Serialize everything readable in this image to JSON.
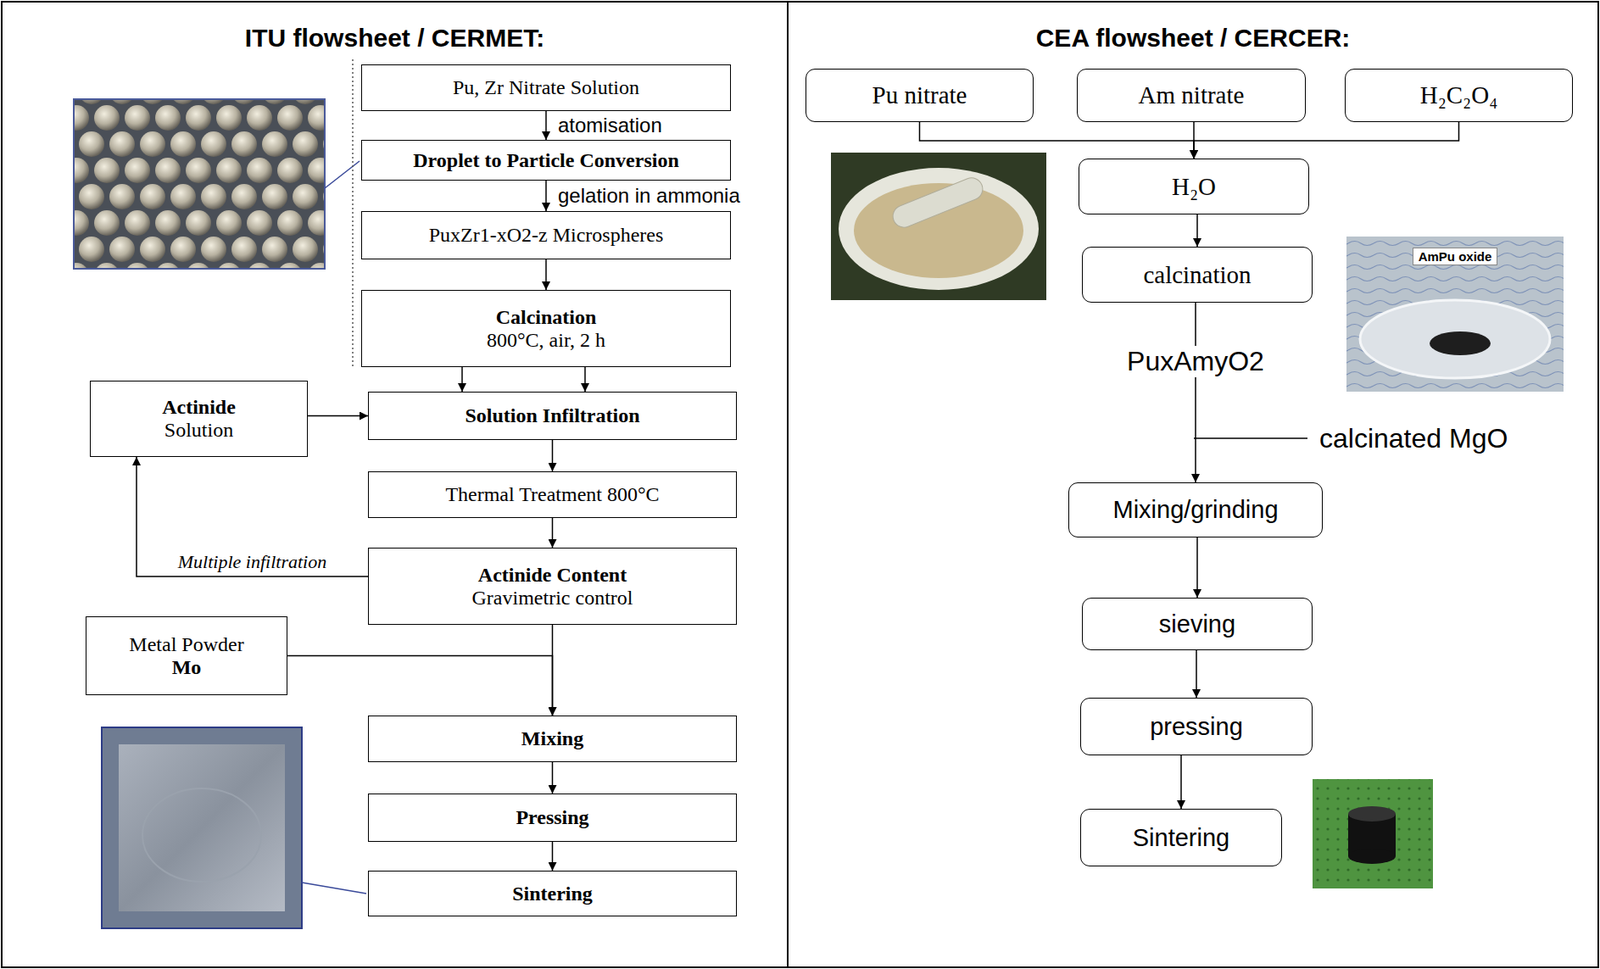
{
  "diagram": {
    "nodes": [
      {
        "text": [
          "ITU flowsheet / CERMET:"
        ]
      },
      {
        "text": [
          "Pu, Zr Nitrate Solution"
        ],
        "in": 0
      },
      {
        "text": [
          "Droplet to Particle Conversion"
        ],
        "in": 0
      },
      {
        "text": [
          "PuxZr1-xO2-z Microspheres"
        ],
        "in": 0
      },
      {
        "text": [
          "Calcination",
          "800°C, air, 2 h"
        ],
        "in": 0
      },
      {
        "text": [
          "Actinide",
          "Solution"
        ],
        "in": 0
      },
      {
        "text": [
          "Solution Infiltration"
        ],
        "in": 0
      },
      {
        "text": [
          "Thermal Treatment 800°C"
        ],
        "in": 0
      },
      {
        "text": [
          "Actinide Content",
          "Gravimetric control"
        ],
        "in": 0
      },
      {
        "text": [
          "Metal Powder",
          "Mo"
        ],
        "in": 0
      },
      {
        "text": [
          "Mixing"
        ],
        "in": 0
      },
      {
        "text": [
          "Pressing"
        ],
        "in": 0
      },
      {
        "text": [
          "Sintering"
        ],
        "in": 0
      },
      {
        "text": [
          "CEA flowsheet / CERCER:"
        ]
      },
      {
        "text": [
          "Pu nitrate"
        ],
        "in": 13
      },
      {
        "text": [
          "Am nitrate"
        ],
        "in": 13
      },
      {
        "text": [
          "H₂C₂O₄"
        ],
        "in": 13
      },
      {
        "text": [
          "H₂O"
        ],
        "in": 13
      },
      {
        "text": [
          "calcination"
        ],
        "in": 13
      },
      {
        "text": [
          "Mixing/grinding"
        ],
        "in": 13
      },
      {
        "text": [
          "sieving"
        ],
        "in": 13
      },
      {
        "text": [
          "pressing"
        ],
        "in": 13
      },
      {
        "text": [
          "Sintering"
        ],
        "in": 13
      }
    ],
    "edges": [
      {
        "from": 1,
        "to": 2,
        "arrow": "to",
        "label": "atomisation"
      },
      {
        "from": 2,
        "to": 3,
        "arrow": "to",
        "label": "gelation in ammonia"
      },
      {
        "from": 3,
        "to": 4,
        "arrow": "to"
      },
      {
        "from": 4,
        "to": 6,
        "arrow": "to"
      },
      {
        "from": 4,
        "to": 6,
        "arrow": "to"
      },
      {
        "from": 5,
        "to": 6,
        "arrow": "to"
      },
      {
        "from": 6,
        "to": 7,
        "arrow": "to"
      },
      {
        "from": 7,
        "to": 8,
        "arrow": "to"
      },
      {
        "from": 8,
        "to": 5,
        "arrow": "to",
        "label": "Multiple infiltration"
      },
      {
        "from": 8,
        "to": 10,
        "arrow": "to"
      },
      {
        "from": 9,
        "to": 10,
        "arrow": "to"
      },
      {
        "from": 10,
        "to": 11,
        "arrow": "to"
      },
      {
        "from": 11,
        "to": 12,
        "arrow": "to"
      },
      {
        "from": 14,
        "to": 17,
        "arrow": "to"
      },
      {
        "from": 15,
        "to": 17,
        "arrow": "to"
      },
      {
        "from": 16,
        "to": 17,
        "arrow": "to"
      },
      {
        "from": 17,
        "to": 18,
        "arrow": "to"
      },
      {
        "from": 18,
        "to": 19,
        "arrow": "to",
        "label": "PuxAmyO2"
      },
      {
        "from": 19,
        "to": 20,
        "arrow": "to"
      },
      {
        "from": 20,
        "to": 21,
        "arrow": "to"
      },
      {
        "from": 21,
        "to": 22,
        "arrow": "to"
      }
    ],
    "labels": [
      "AmPu oxide",
      "calcinated MgO"
    ]
  }
}
